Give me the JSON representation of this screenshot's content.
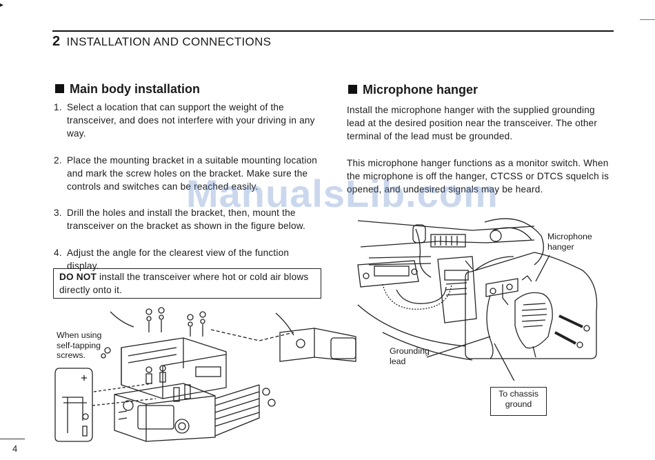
{
  "header": {
    "chapter_number": "2",
    "chapter_title": "INSTALLATION AND CONNECTIONS"
  },
  "left": {
    "title": "Main body installation",
    "steps": [
      {
        "num": "1.",
        "text": "Select a location that can support the weight of the transceiver, and does not interfere with your driving in any way."
      },
      {
        "num": "2.",
        "text": "Place the mounting bracket in a suitable mounting location and mark the screw holes on the bracket. Make sure the controls and switches can be reached easily."
      },
      {
        "num": "3.",
        "text": "Drill the holes and install the bracket, then, mount the transceiver on the bracket as shown in the figure below."
      },
      {
        "num": "4.",
        "text": "Adjust the angle for the clearest view of the function display."
      }
    ],
    "warning_bold": "DO NOT",
    "warning_text": " install the transceiver where hot or cold air blows directly onto it.",
    "figure_label": "When using self-tapping screws."
  },
  "right": {
    "title": "Microphone hanger",
    "para1": "Install the microphone hanger with the supplied grounding lead at the desired position near the transceiver. The other terminal of the lead must be grounded.",
    "para2": "This microphone hanger functions as a monitor switch. When the microphone is off the hanger, CTCSS or DTCS squelch is opened, and undesired signals may be heard.",
    "label_hanger": "Microphone hanger",
    "label_grounding": "Grounding lead",
    "label_chassis": "To chassis ground"
  },
  "watermark": "ManualsLib.com",
  "footer": {
    "page_number": "4"
  }
}
